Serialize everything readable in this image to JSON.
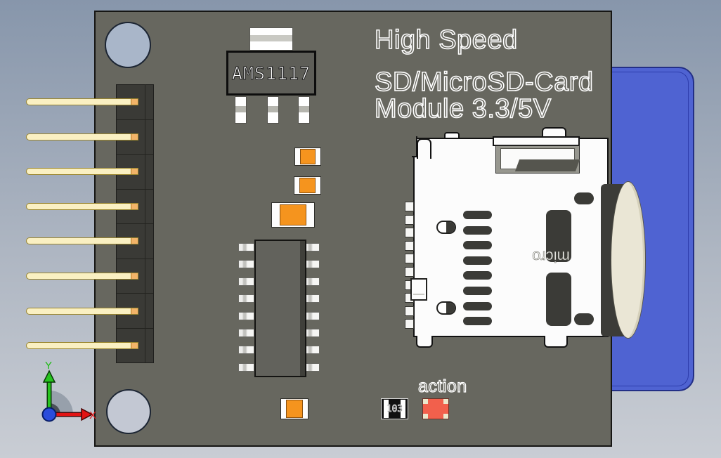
{
  "viewport": {
    "bg_top": "#8796ab",
    "bg_bottom": "#c9cdd4"
  },
  "silkscreen": {
    "title_line1": "High Speed",
    "title_line2": "SD/MicroSD-Card",
    "title_line3": "Module 3.3/5V",
    "led_label": "action"
  },
  "components": {
    "regulator": {
      "label": "AMS1117"
    },
    "resistor": {
      "label": "103"
    },
    "sd_slot": {
      "print": "micro"
    },
    "counts": {
      "header_pins": 8,
      "header_segments": 8,
      "ic_pins_per_side": 8,
      "sd_vents": 8,
      "sd_pads": 10
    }
  },
  "colors": {
    "pcb": "#67675f",
    "header_block": "#3a3a36",
    "pin": "#faf0c2",
    "pin_tip": "#f2b469",
    "capacitor_orange": "#f5941e",
    "led_red": "#f2604c",
    "sd_adapter_blue": "#4f63d2",
    "slot_metal": "#fcfcfc",
    "card_cream": "#eae6d5",
    "axis_x_red": "#e21313",
    "axis_y_green": "#1dbb14",
    "axis_origin_blue": "#2a4cdb"
  },
  "axis_triad": {
    "x_label": "X",
    "y_label": "Y"
  }
}
